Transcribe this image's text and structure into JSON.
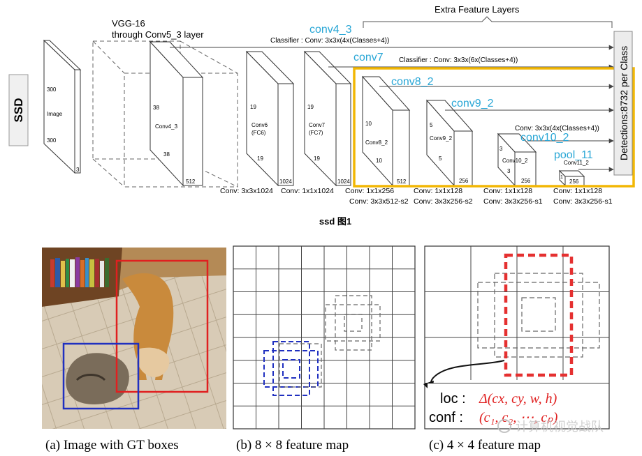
{
  "top": {
    "ssd_label": "SSD",
    "vgg_line1": "VGG-16",
    "vgg_line2": "through Conv5_3 layer",
    "extra_label": "Extra Feature Layers",
    "image_block": {
      "top": "300",
      "mid": "Image",
      "bottom": "300",
      "depth": "3"
    },
    "conv4_block": {
      "size_top": "38",
      "name": "Conv4_3",
      "size_bottom": "38",
      "depth": "512"
    },
    "conv6_block": {
      "size_top": "19",
      "name": "Conv6",
      "sub": "(FC6)",
      "size_bottom": "19",
      "depth": "1024"
    },
    "conv7_block": {
      "size_top": "19",
      "name": "Conv7",
      "sub": "(FC7)",
      "size_bottom": "19",
      "depth": "1024"
    },
    "conv8_block": {
      "size_top": "10",
      "name": "Conv8_2",
      "size_bottom": "10",
      "depth": "512"
    },
    "conv9_block": {
      "size_top": "5",
      "name": "Conv9_2",
      "size_bottom": "5",
      "depth": "256"
    },
    "conv10_block": {
      "size_top": "3",
      "name": "Conv10_2",
      "size_bottom": "3",
      "depth": "256"
    },
    "conv11_block": {
      "size_top": "1",
      "name": "Conv11_2",
      "depth": "256"
    },
    "blue_labels": {
      "conv4_3": "conv4_3",
      "conv7": "conv7",
      "conv8_2": "conv8_2",
      "conv9_2": "conv9_2",
      "conv10_2": "conv10_2",
      "pool_11": "pool_11"
    },
    "classifier1": "Classifier : Conv: 3x3x(4x(Classes+4))",
    "classifier2": "Classifier : Conv: 3x3x(6x(Classes+4))",
    "classifier3": "Conv: 3x3x(4x(Classes+4))",
    "detections_label": "Detections:8732 per Class",
    "conv_labels": [
      "Conv: 3x3x1024",
      "Conv: 1x1x1024",
      "Conv: 1x1x256",
      "Conv: 3x3x512-s2",
      "Conv: 1x1x128",
      "Conv: 3x3x256-s2",
      "Conv: 1x1x128",
      "Conv: 3x3x256-s1",
      "Conv: 1x1x128",
      "Conv: 3x3x256-s1"
    ],
    "caption": "ssd 图1"
  },
  "bottom": {
    "caption_a": "(a) Image with GT boxes",
    "caption_b": "(b) 8 × 8 feature map",
    "caption_c": "(c) 4 × 4 feature map",
    "loc_label": "loc :",
    "loc_value": "Δ(cx, cy, w, h)",
    "conf_label": "conf :",
    "conf_value": "(c₁, c₂, ⋯, cₚ)",
    "watermark": "计算机视觉战队"
  },
  "colors": {
    "blue_label": "#2aa7d6",
    "highlight": "#f2b705",
    "red_box": "#e02020",
    "blue_box": "#2030c0",
    "dashed_red": "#e53030"
  }
}
